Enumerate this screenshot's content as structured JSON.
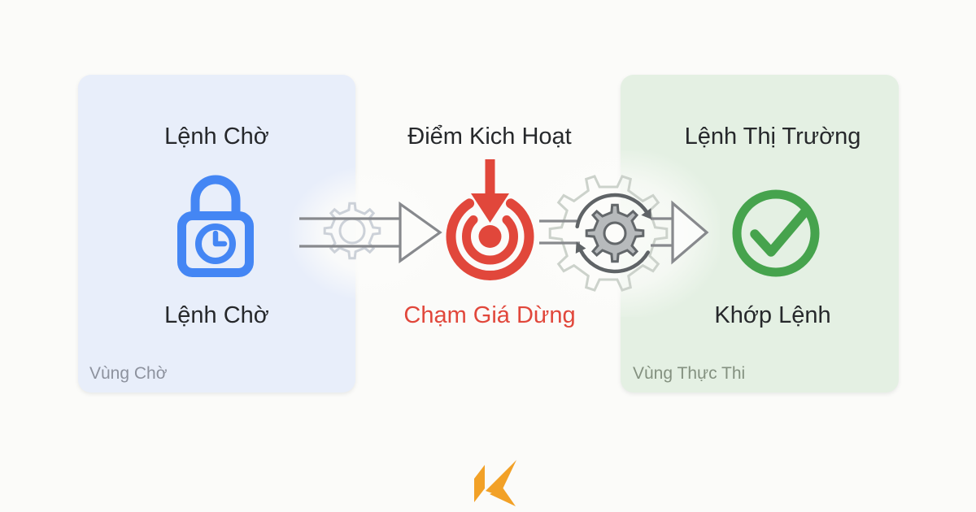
{
  "canvas": {
    "background_color": "#fbfbf9"
  },
  "flow": {
    "waiting_panel": {
      "title": "Lệnh Chờ",
      "caption": "Lệnh Chờ",
      "zone_label": "Vùng Chờ",
      "bg_color": "#e8eefa",
      "accent_color": "#4486f4",
      "icon": "lock-clock-icon"
    },
    "trigger_step": {
      "title": "Điểm Kich Hoạt",
      "caption": "Chạm Giá Dừng",
      "accent_color": "#e1473b",
      "icon": "target-trigger-icon"
    },
    "execution_panel": {
      "title": "Lệnh Thị Trường",
      "caption": "Khớp Lệnh",
      "zone_label": "Vùng Thực Thi",
      "bg_color": "#e4f0e3",
      "accent_color": "#46a34d",
      "icon": "check-circle-icon"
    },
    "connectors": {
      "arrow_color": "#87898d",
      "light_gear_color": "#ccd1d8",
      "light_gear_green_color": "#ccd2cb",
      "filled_gear_color": "#b7babc",
      "gear_edge_color": "#63676a",
      "rotation_arrow_color": "#5f6366"
    }
  },
  "logo": {
    "letter": "K",
    "color": "#f2a127"
  }
}
